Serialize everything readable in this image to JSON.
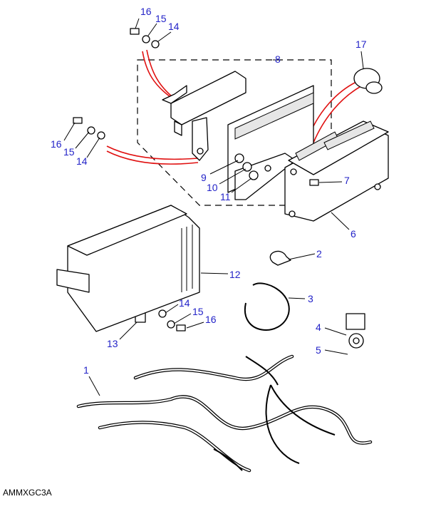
{
  "diagram_code": "AMMXGC3A",
  "callouts": {
    "c16a": "16",
    "c15a": "15",
    "c14a": "14",
    "c8": "8",
    "c17": "17",
    "c16b": "16",
    "c15b": "15",
    "c14b": "14",
    "c9": "9",
    "c10": "10",
    "c11": "11",
    "c7": "7",
    "c6": "6",
    "c2": "2",
    "c12": "12",
    "c3": "3",
    "c14c": "14",
    "c15c": "15",
    "c16c": "16",
    "c13": "13",
    "c4": "4",
    "c5": "5",
    "c1": "1"
  },
  "colors": {
    "callout": "#2323c8",
    "harness_link": "#e01010"
  }
}
